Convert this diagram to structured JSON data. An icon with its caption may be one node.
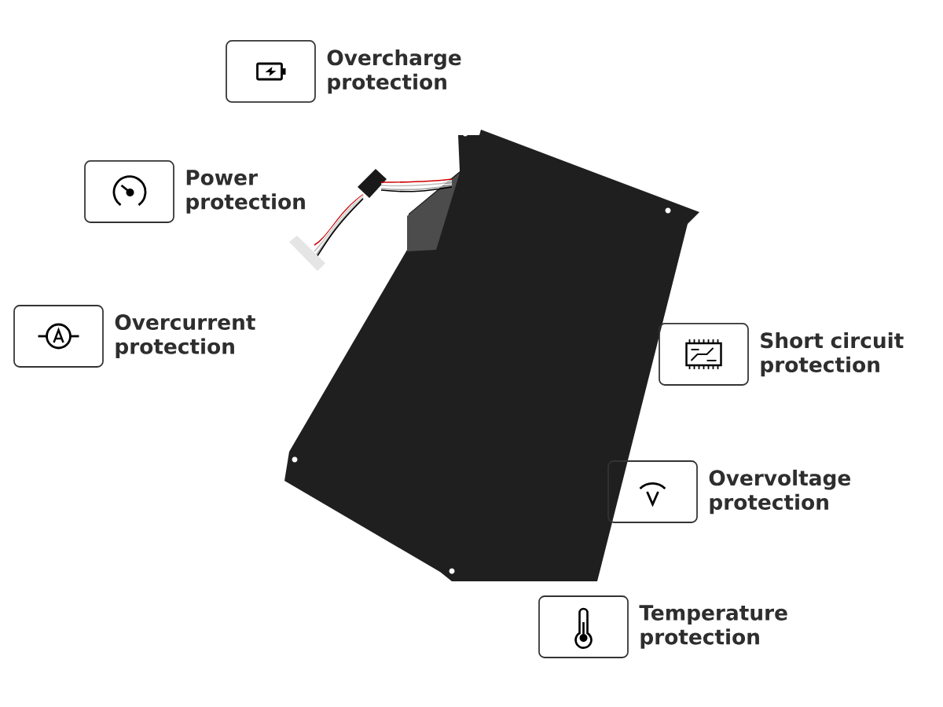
{
  "diagram": {
    "nodes": [
      {
        "text": [
          "Overcharge protection"
        ]
      },
      {
        "text": [
          "Power protection"
        ]
      },
      {
        "text": [
          "Overcurrent protection"
        ]
      },
      {
        "text": [
          "Short circuit protection"
        ]
      },
      {
        "text": [
          "Overvoltage protection"
        ]
      },
      {
        "text": [
          "Temperature protection"
        ]
      }
    ]
  }
}
